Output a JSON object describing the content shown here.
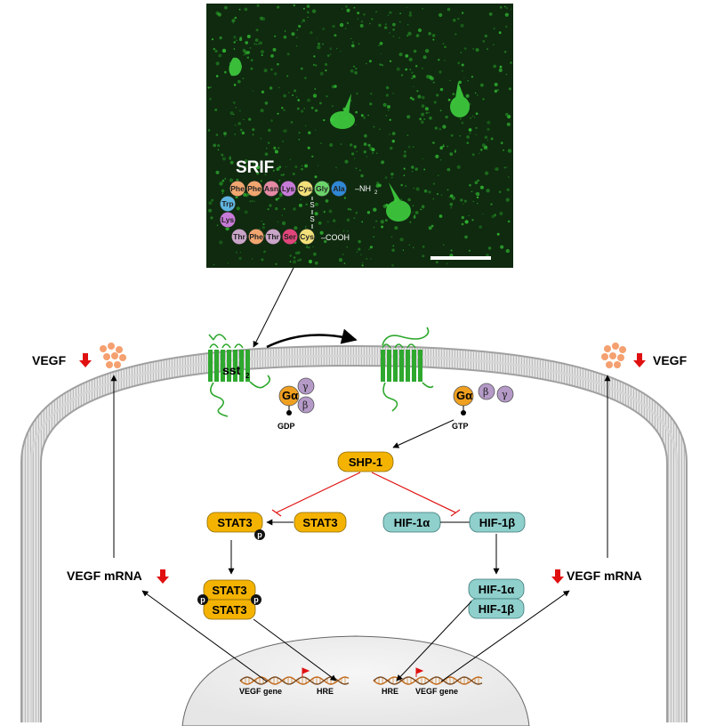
{
  "micrograph": {
    "title": "SRIF",
    "nh2": "–NH",
    "nh2_sub": "2",
    "cooh": "–COOH",
    "disulfide": [
      "S",
      "S"
    ],
    "chain_top": [
      {
        "aa": "Phe",
        "color": "#f2a66f"
      },
      {
        "aa": "Phe",
        "color": "#f2a66f"
      },
      {
        "aa": "Asn",
        "color": "#e58aa4"
      },
      {
        "aa": "Lys",
        "color": "#c77ad8"
      },
      {
        "aa": "Cys",
        "color": "#f2e07a"
      },
      {
        "aa": "Gly",
        "color": "#6ad46a"
      },
      {
        "aa": "Ala",
        "color": "#2f88d6"
      }
    ],
    "chain_side": [
      {
        "aa": "Trp",
        "color": "#5fb4e0"
      },
      {
        "aa": "Lys",
        "color": "#c77ad8"
      }
    ],
    "chain_bottom": [
      {
        "aa": "Thr",
        "color": "#c9a5c8"
      },
      {
        "aa": "Phe",
        "color": "#f2a66f"
      },
      {
        "aa": "Thr",
        "color": "#c9a5c8"
      },
      {
        "aa": "Ser",
        "color": "#e0457a"
      },
      {
        "aa": "Cys",
        "color": "#f2e07a"
      }
    ]
  },
  "receptor": {
    "label": "sst",
    "sub": "2"
  },
  "gprotein_left": {
    "alpha": "Gα",
    "beta": "β",
    "gamma": "γ",
    "nucleotide": "GDP"
  },
  "gprotein_right": {
    "alpha": "Gα",
    "beta": "β",
    "gamma": "γ",
    "nucleotide": "GTP"
  },
  "vegf_left": "VEGF",
  "vegf_right": "VEGF",
  "shp1": "SHP-1",
  "stat3": "STAT3",
  "phospho": "p",
  "hif1a": "HIF-1α",
  "hif1b": "HIF-1β",
  "mrna_left": "VEGF mRNA",
  "mrna_right": "VEGF mRNA",
  "gene_left": {
    "gene": "VEGF gene",
    "hre": "HRE"
  },
  "gene_right": {
    "gene": "VEGF gene",
    "hre": "HRE"
  },
  "colors": {
    "membrane": "#b8b8b8",
    "receptor": "#2ea82e",
    "stat3": "#f5b301",
    "hif": "#8fcfcc",
    "gprotein_alpha": "#f0a020",
    "gprotein_beta_gamma": "#b59ac8",
    "down_arrow": "#e01010",
    "inhibition": "#e01010",
    "micrograph_bg": "#0f2a0f"
  }
}
